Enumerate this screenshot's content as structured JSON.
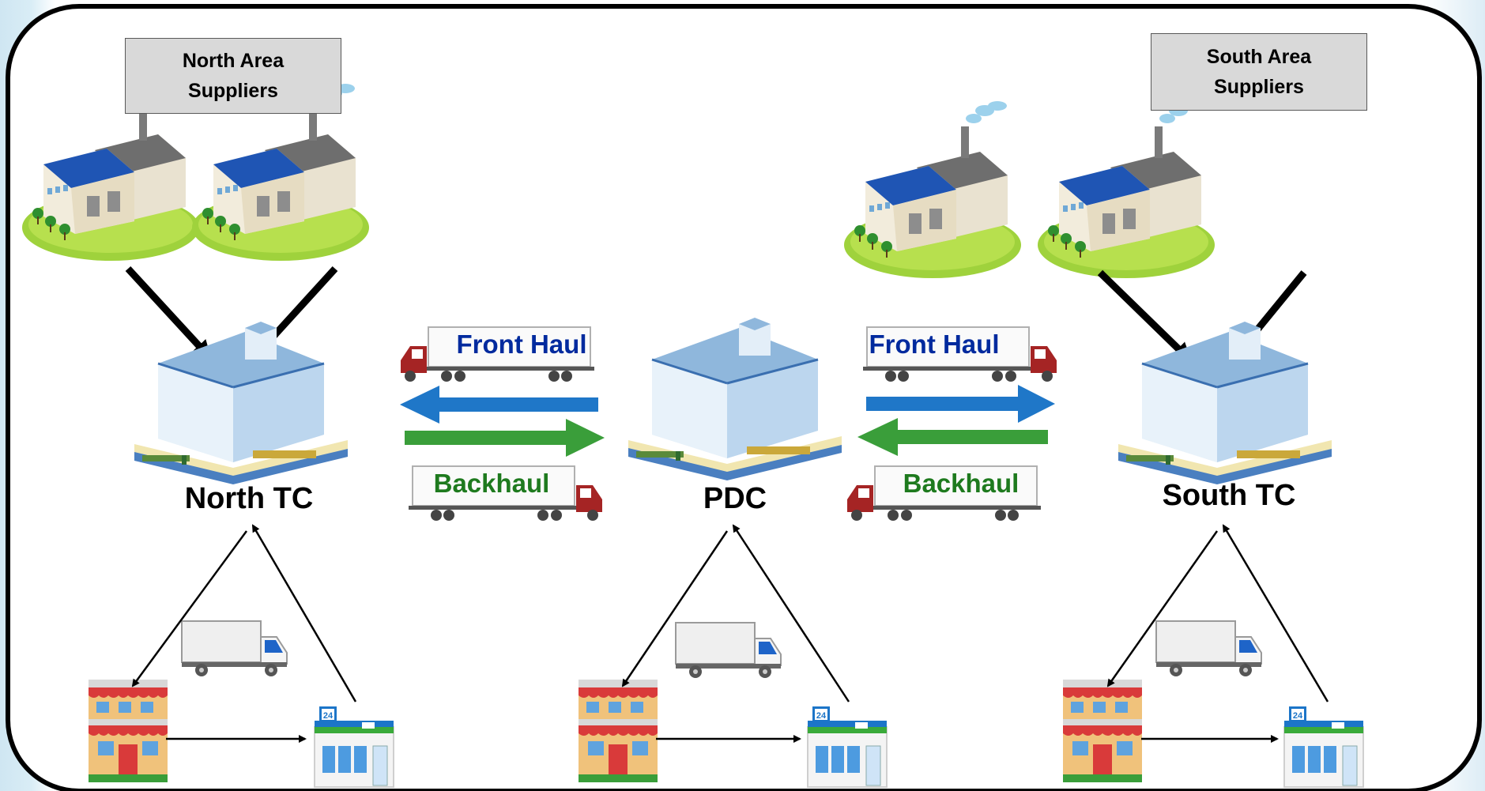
{
  "north_area_suppliers": "North Area\nSuppliers",
  "south_area_suppliers": "South Area\nSuppliers",
  "nodes": {
    "north": "North TC",
    "pdc": "PDC",
    "south": "South TC"
  },
  "left_flow": {
    "front_haul": "Front Haul",
    "backhaul": "Backhaul"
  },
  "right_flow": {
    "front_haul": "Front Haul",
    "backhaul": "Backhaul"
  },
  "colors": {
    "front_haul_arrow": "#1f77c8",
    "backhaul_arrow": "#3a9e3a",
    "front_haul_text": "#002a9e",
    "backhaul_text": "#1e7a1e"
  }
}
